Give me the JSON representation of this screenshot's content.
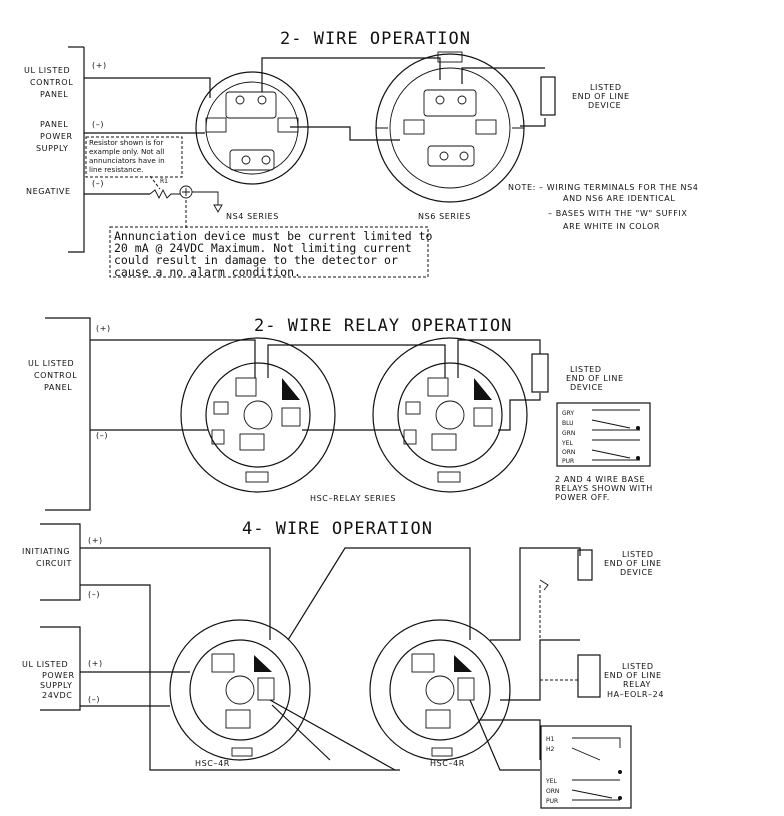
{
  "sections": {
    "two_wire": {
      "title": "2- WIRE OPERATION",
      "left_labels": [
        "UL LISTED",
        "CONTROL",
        "PANEL",
        "PANEL",
        "POWER",
        "SUPPLY",
        "NEGATIVE"
      ],
      "polarity": [
        "(+)",
        "(–)",
        "(–)"
      ],
      "resistor_note": [
        "Resistor shown is for",
        "example only.  Not all",
        "annunciators have in",
        "line resistance."
      ],
      "annunciation_note": [
        "Annunciation device must be current limited to",
        "20 mA @ 24VDC Maximum. Not limiting current",
        "could result in damage to the detector or",
        "cause a no alarm condition."
      ],
      "base_labels": [
        "NS4  SERIES",
        "NS6  SERIES"
      ],
      "eol_label": [
        "LISTED",
        "END OF LINE",
        "DEVICE"
      ],
      "notes": [
        "NOTE:  –  WIRING TERMINALS FOR THE NS4",
        "AND NS6 ARE IDENTICAL",
        "–  BASES WITH THE \"W\" SUFFIX",
        "ARE WHITE IN COLOR"
      ]
    },
    "relay": {
      "title": "2- WIRE  RELAY  OPERATION",
      "left_labels": [
        "UL LISTED",
        "CONTROL",
        "PANEL"
      ],
      "polarity": [
        "(+)",
        "(–)"
      ],
      "base_label": "HSC–RELAY  SERIES",
      "eol_label": [
        "LISTED",
        "END OF LINE",
        "DEVICE"
      ],
      "relay_legend": [
        "GRY",
        "BLU",
        "GRN",
        "YEL",
        "ORN",
        "PUR"
      ],
      "relay_note": [
        "2 AND 4 WIRE BASE",
        "RELAYS SHOWN WITH",
        "POWER OFF."
      ]
    },
    "four_wire": {
      "title": "4- WIRE  OPERATION",
      "left_labels": [
        "INITIATING",
        "CIRCUIT",
        "UL LISTED",
        "POWER",
        "SUPPLY",
        "24VDC"
      ],
      "polarity": [
        "(+)",
        "(–)",
        "(+)",
        "(–)"
      ],
      "base_labels": [
        "HSC–4R",
        "HSC–4R"
      ],
      "eol_device": [
        "LISTED",
        "END OF LINE",
        "DEVICE"
      ],
      "eol_relay": [
        "LISTED",
        "END OF LINE",
        "RELAY",
        "HA–EOLR–24"
      ],
      "relay_legend": [
        "H1",
        "H2",
        "YEL",
        "ORN",
        "PUR"
      ]
    }
  }
}
